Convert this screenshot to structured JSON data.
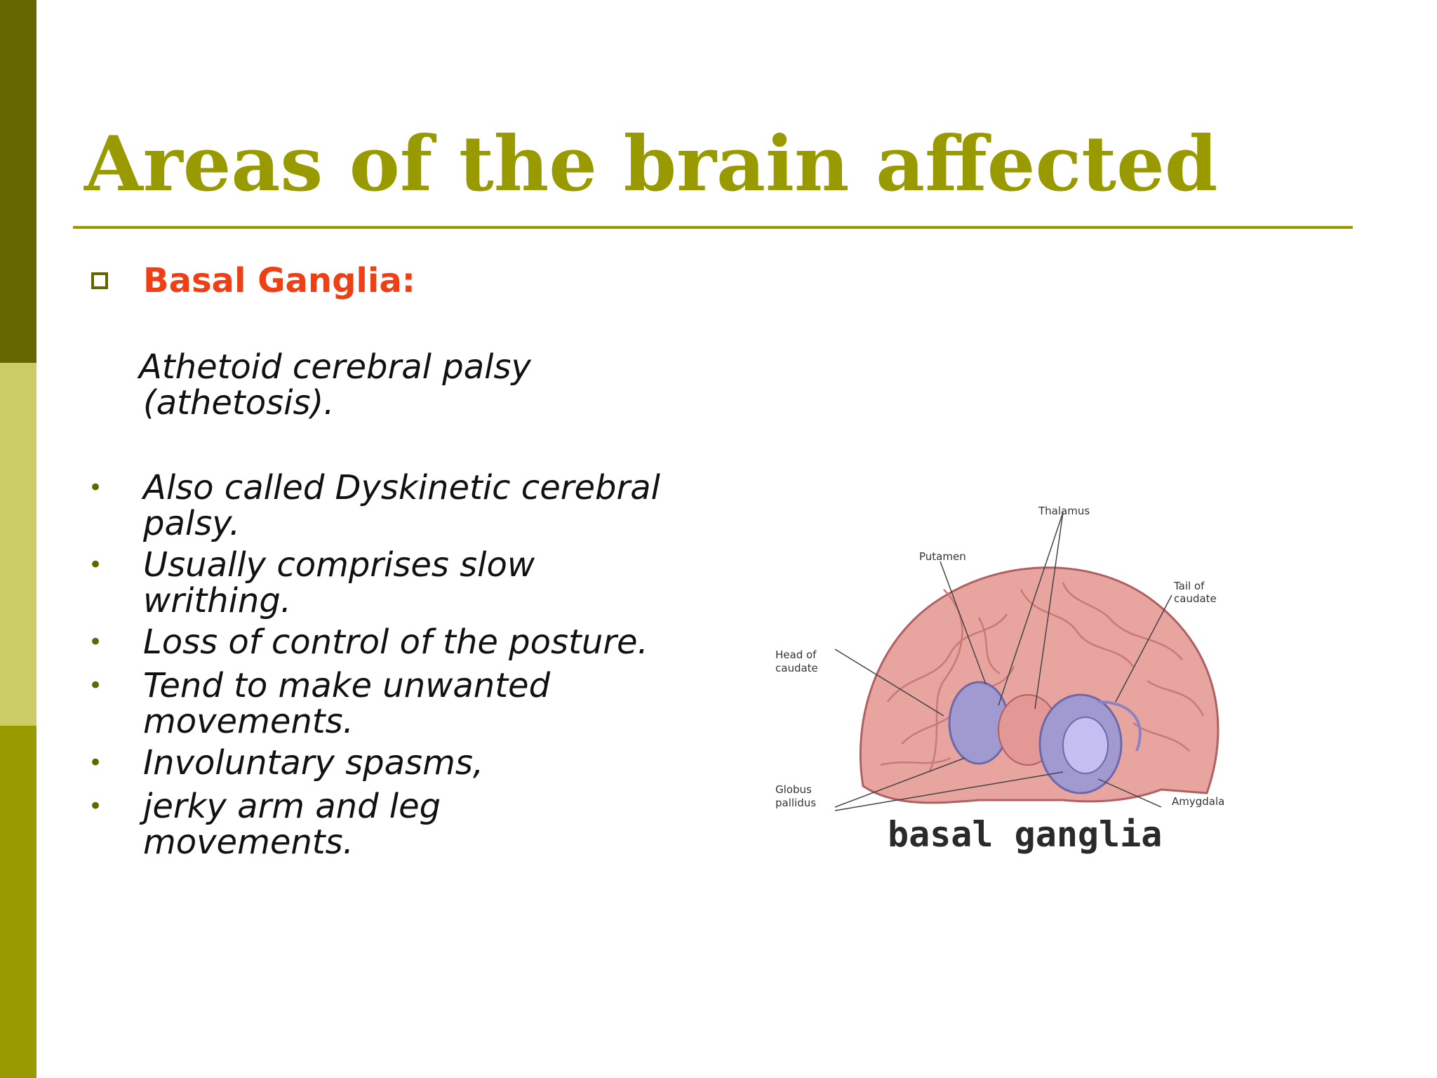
{
  "slide": {
    "title": "Areas of the brain affected",
    "heading": "Basal Ganglia:",
    "intro": [
      "Athetoid cerebral palsy",
      "(athetosis)."
    ],
    "bullets": [
      [
        "Also called Dyskinetic cerebral",
        "palsy."
      ],
      [
        "Usually comprises slow",
        "writhing."
      ],
      [
        "Loss of control of the posture."
      ],
      [
        "Tend to make unwanted",
        "movements."
      ],
      [
        "Involuntary spasms,"
      ],
      [
        "jerky arm and leg",
        "movements."
      ]
    ]
  },
  "figure": {
    "labels": {
      "thalamus": "Thalamus",
      "putamen": "Putamen",
      "tail_line1": "Tail of",
      "tail_line2": "caudate",
      "head_line1": "Head of",
      "head_line2": "caudate",
      "globus_line1": "Globus",
      "globus_line2": "pallidus",
      "amygdala": "Amygdala"
    },
    "caption": "basal ganglia"
  },
  "colors": {
    "accent": "#999900",
    "accent_dark": "#666600",
    "accent_light": "#cccc66",
    "heading": "#ee3f15"
  }
}
